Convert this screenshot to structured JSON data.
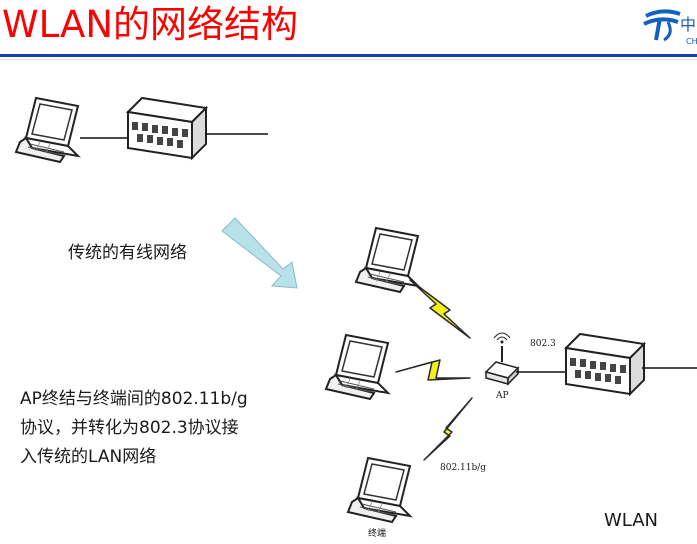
{
  "title": "WLAN的网络结构",
  "labels": {
    "wired": "传统的有线网络",
    "desc_lines": [
      "AP终结与终端间的802.11b/g",
      "协议，并转化为802.3协议接",
      "入传统的LAN网络"
    ],
    "wlan": "WLAN",
    "ap": "AP",
    "proto_8023": "802.3",
    "proto_80211": "802.11b/g",
    "terminal": "终端"
  },
  "colors": {
    "title": "#ff0000",
    "rule": "#1f3fb0",
    "logo": "#1060c0",
    "arrow_fill": "#b8e2ea",
    "lightning": "#f2ef1c"
  },
  "icons": [
    "laptop-icon",
    "switch-icon",
    "access-point-icon",
    "lightning-bolt-icon",
    "arrow-icon",
    "telecom-logo-icon"
  ]
}
